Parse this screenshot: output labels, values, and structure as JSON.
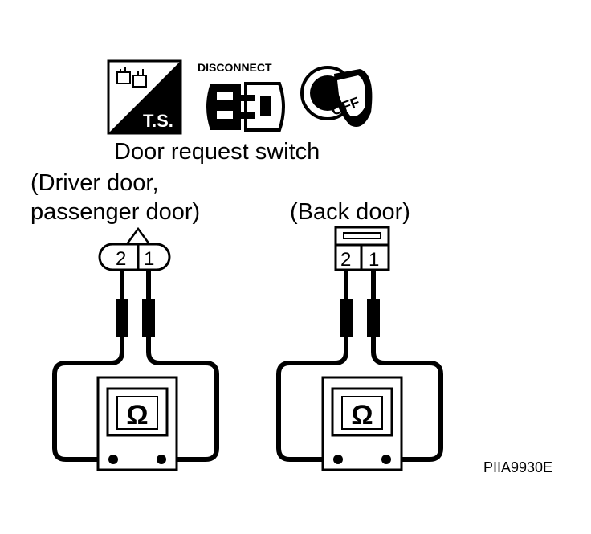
{
  "icons": {
    "troubleshoot_icon": {
      "name": "troubleshooting-ts-icon",
      "label": "T.S."
    },
    "disconnect_icon": {
      "name": "disconnect-connector-icon",
      "label": "DISCONNECT"
    },
    "ignition_icon": {
      "name": "ignition-key-off-icon",
      "label": "OFF"
    }
  },
  "title": "Door request switch",
  "left_connector": {
    "label_line1": "(Driver door,",
    "label_line2": "passenger door)",
    "pins": [
      "2",
      "1"
    ],
    "meter_symbol": "Ω"
  },
  "right_connector": {
    "label": "(Back door)",
    "pins": [
      "2",
      "1"
    ],
    "meter_symbol": "Ω"
  },
  "figure_id": "PIIA9930E"
}
